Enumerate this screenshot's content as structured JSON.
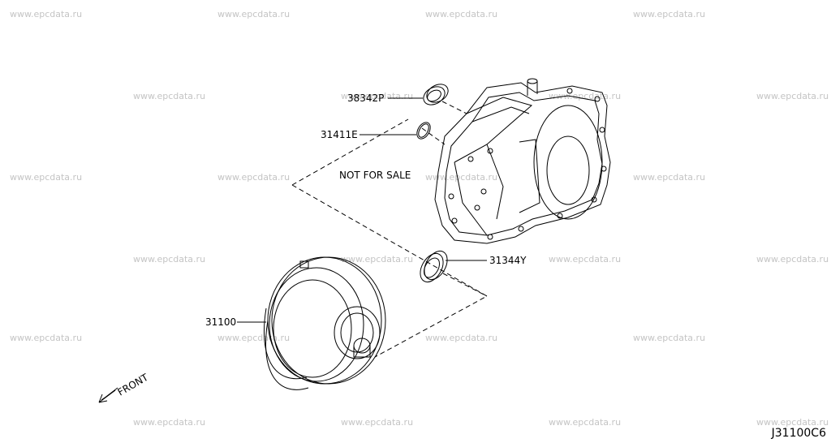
{
  "watermark": "www.epcdata.ru",
  "parts": {
    "oil_seal_top": "38342P",
    "o_ring": "31411E",
    "oil_seal_bottom": "31344Y",
    "torque_converter": "31100"
  },
  "notice": "NOT FOR SALE",
  "direction_label": "FRONT",
  "diagram_code": "J31100C6"
}
